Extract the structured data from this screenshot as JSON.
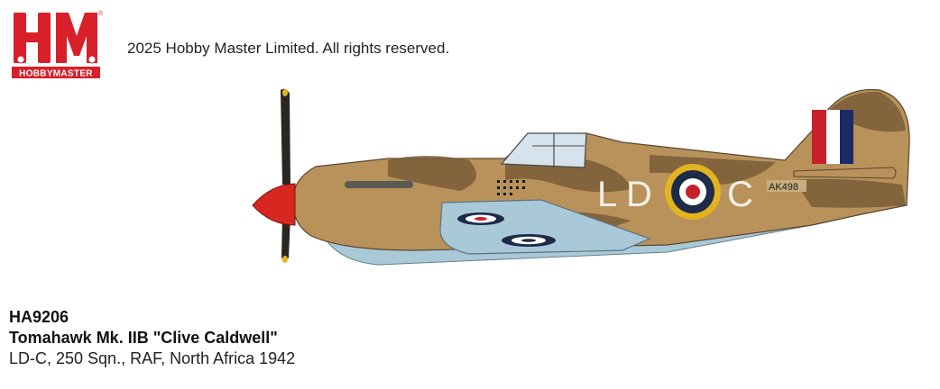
{
  "brand": {
    "logo_letters": "HM",
    "logo_wordmark": "HOBBYMASTER",
    "registered_mark": "®",
    "colors": {
      "logo_red": "#d81f2a"
    }
  },
  "copyright": "2025 Hobby Master Limited. All rights reserved.",
  "aircraft_markings": {
    "code_letters": [
      "L",
      "D",
      "C"
    ],
    "serial": "AK498",
    "colors": {
      "desert_sand": "#b8925a",
      "dark_earth": "#7a5c38",
      "azure_blue": "#a9c8d8",
      "spinner_red": "#d8271e",
      "roundel_yellow": "#e3b21f",
      "roundel_blue": "#1c2b4a",
      "fin_red": "#c8202a",
      "fin_blue": "#1c2b66"
    }
  },
  "product": {
    "model_number": "HA9206",
    "name": "Tomahawk Mk. IIB \"Clive Caldwell\"",
    "details": "LD-C, 250 Sqn., RAF, North Africa 1942"
  }
}
